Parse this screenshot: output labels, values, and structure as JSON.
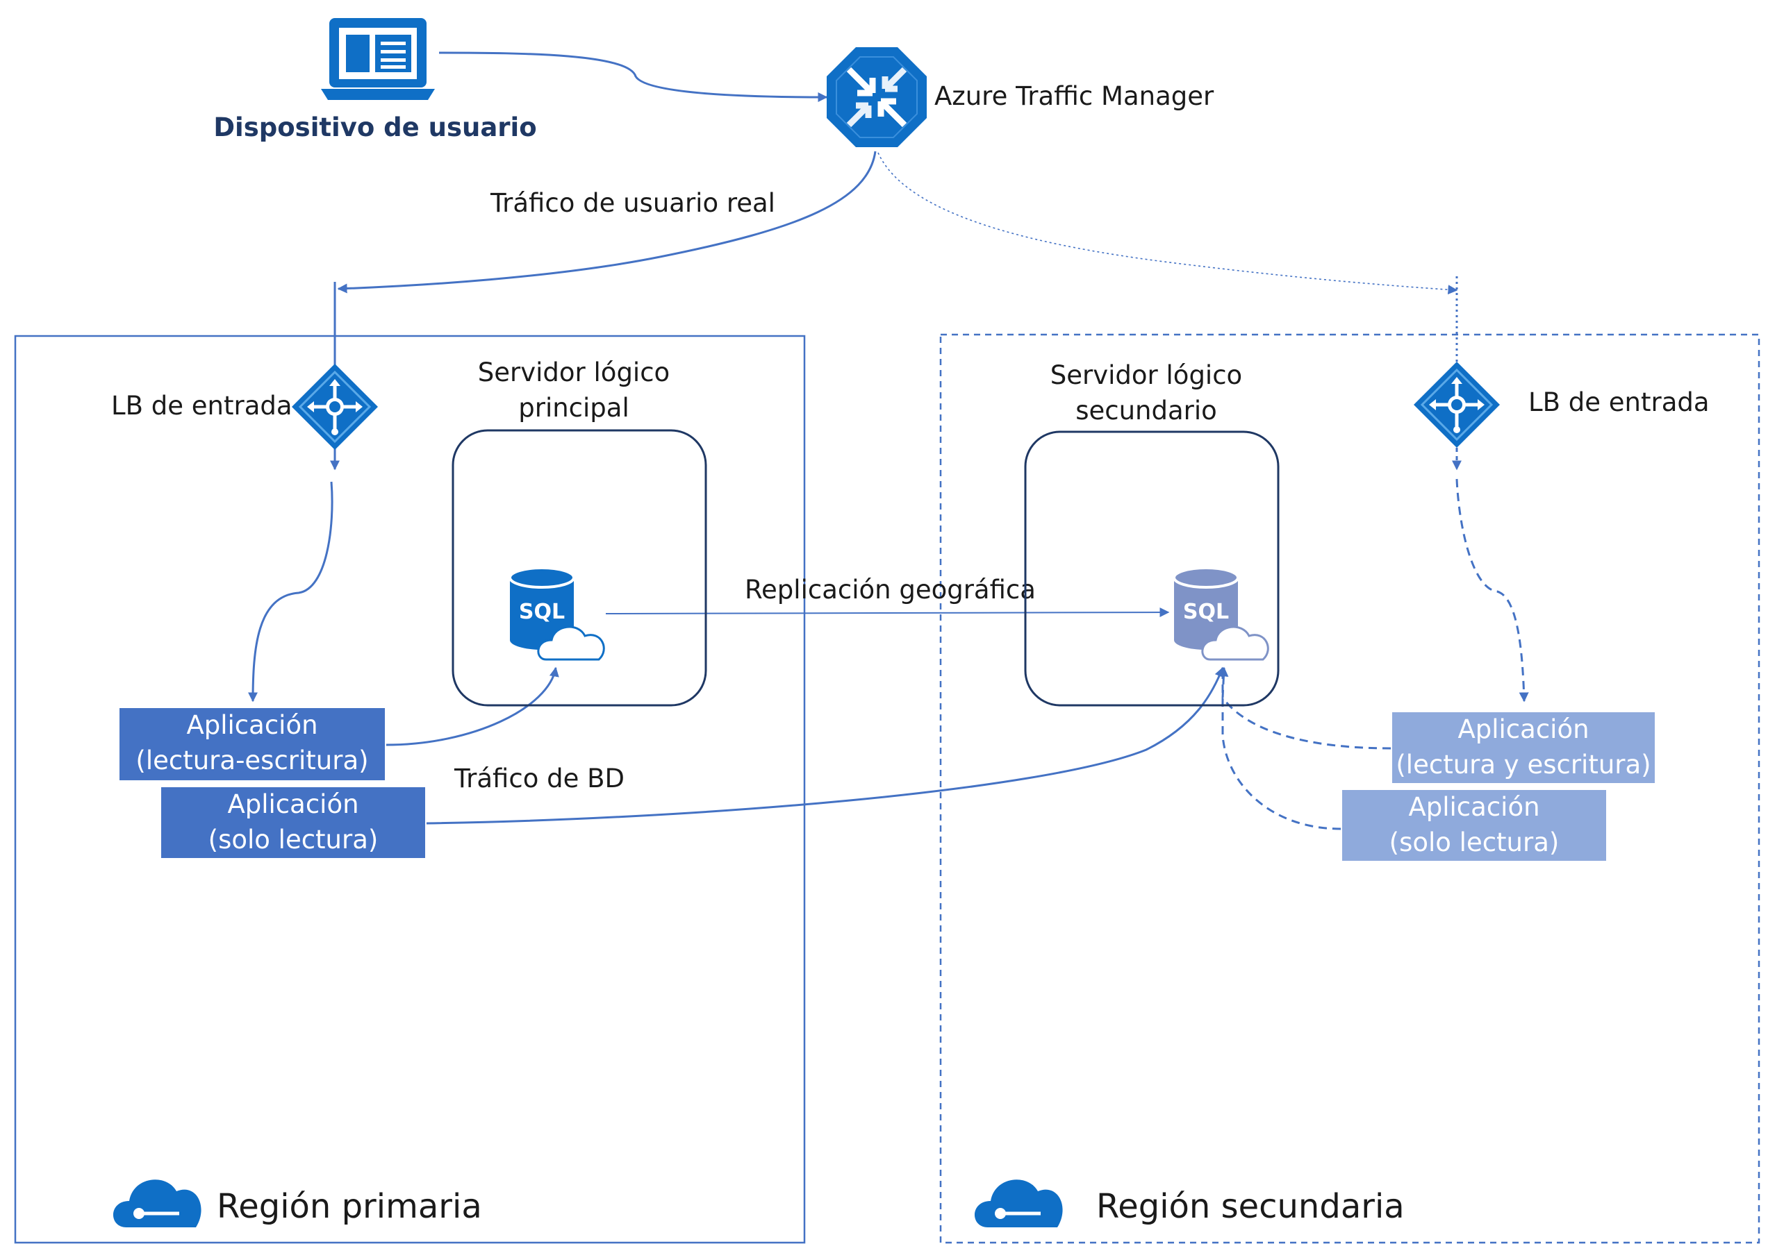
{
  "user_device": {
    "label": "Dispositivo de usuario"
  },
  "traffic_manager": {
    "label": "Azure Traffic Manager"
  },
  "real_traffic_label": "Tráfico de usuario real",
  "primary_region": {
    "label": "Región primaria",
    "lb_label": "LB de entrada",
    "server_label_1": "Servidor lógico",
    "server_label_2": "principal",
    "sql_text": "SQL",
    "app_rw": {
      "line1": "Aplicación",
      "line2": "(lectura-escritura)"
    },
    "app_ro": {
      "line1": "Aplicación",
      "line2": "(solo lectura)"
    },
    "db_traffic_label": "Tráfico de BD"
  },
  "secondary_region": {
    "label": "Región secundaria",
    "lb_label": "LB de entrada",
    "server_label_1": "Servidor lógico",
    "server_label_2": "secundario",
    "sql_text": "SQL",
    "app_rw": {
      "line1": "Aplicación",
      "line2": "(lectura y escritura)"
    },
    "app_ro": {
      "line1": "Aplicación",
      "line2": "(solo lectura)"
    }
  },
  "geo_replication_label": "Replicación geográfica",
  "colors": {
    "azure_blue": "#0F6FC6",
    "line_blue": "#4472C4",
    "app_primary": "#4472C4",
    "app_secondary": "#8FAADC",
    "dark_navy": "#1F3864"
  }
}
